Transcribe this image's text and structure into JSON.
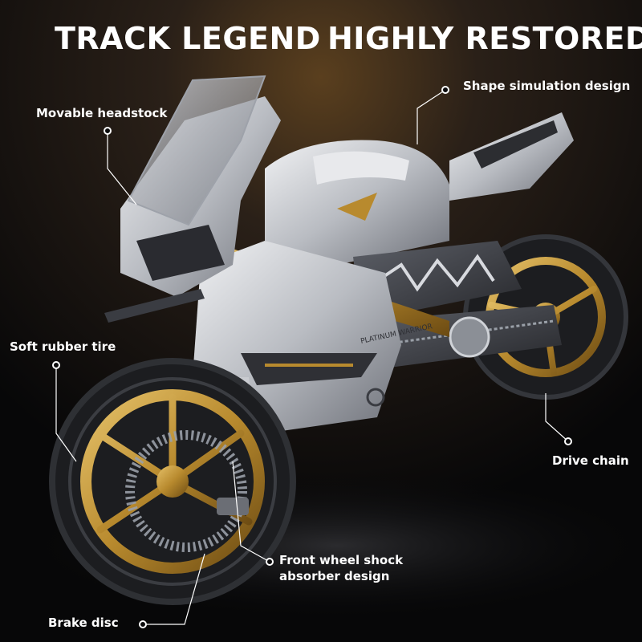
{
  "headline": {
    "left": "TRACK LEGEND",
    "right": "HIGHLY RESTORED"
  },
  "callouts": {
    "movable_headstock": "Movable headstock",
    "shape_simulation": "Shape simulation design",
    "soft_rubber_tire": "Soft rubber tire",
    "drive_chain": "Drive chain",
    "front_shock_line1": "Front wheel shock",
    "front_shock_line2": "absorber design",
    "brake_disc": "Brake disc"
  },
  "colors": {
    "background": "#0b0b0c",
    "spotlight": "#5a3f1e",
    "body_silver": "#c9cbd0",
    "body_dark": "#3a3c42",
    "gold_accent": "#b88a2e",
    "tire": "#1c1d20",
    "text": "#ffffff"
  },
  "product_image_label": {
    "platinum": "PLATINUM WARRIOR"
  }
}
